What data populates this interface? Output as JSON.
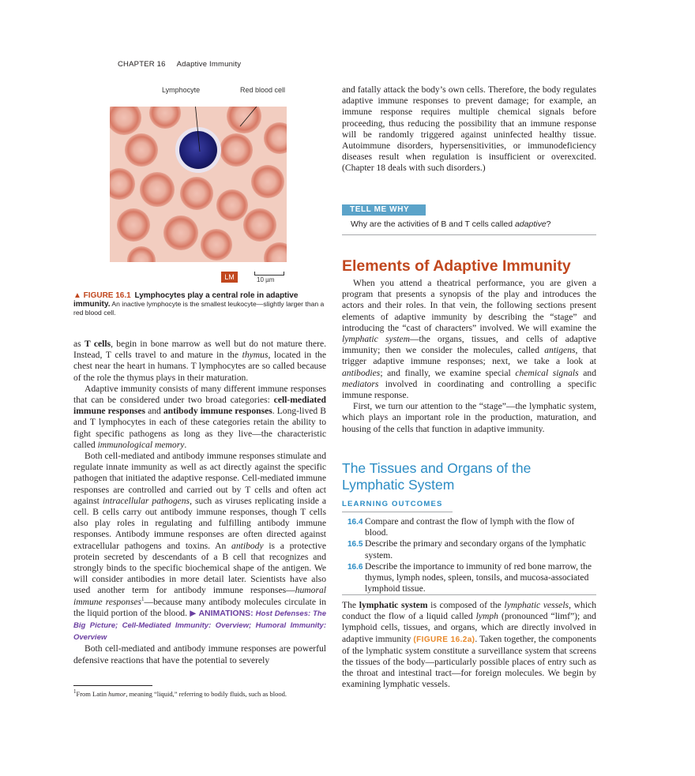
{
  "header": {
    "chapter": "CHAPTER 16",
    "title": "Adaptive Immunity"
  },
  "figure": {
    "label_lymphocyte": "Lymphocyte",
    "label_rbc": "Red blood cell",
    "lm": "LM",
    "scale": "10 µm",
    "caption_num": "▲ FIGURE 16.1",
    "caption_bold": "Lymphocytes play a central role in adaptive immunity.",
    "caption_text": "An inactive lymphocyte is the smallest leukocyte—slightly larger than a red blood cell."
  },
  "left": {
    "p1_a": "as ",
    "p1_b": "T cells",
    "p1_c": ", begin in bone marrow as well but do not mature there. Instead, T cells travel to and mature in the ",
    "p1_d": "thymus",
    "p1_e": ", located in the chest near the heart in humans. T lymphocytes are so called because of the role the thymus plays in their maturation.",
    "p2_a": "Adaptive immunity consists of many different immune responses that can be considered under two broad categories: ",
    "p2_b": "cell-mediated immune responses",
    "p2_c": " and ",
    "p2_d": "antibody immune responses",
    "p2_e": ". Long-lived B and T lymphocytes in each of these categories retain the ability to fight specific pathogens as long as they live—the characteristic called ",
    "p2_f": "immunological memory",
    "p2_g": ".",
    "p3_a": "Both cell-mediated and antibody immune responses stimulate and regulate innate immunity as well as act directly against the specific pathogen that initiated the adaptive response. Cell-mediated immune responses are controlled and carried out by T cells and often act against ",
    "p3_b": "intracellular pathogens",
    "p3_c": ", such as viruses replicating inside a cell. B cells carry out antibody immune responses, though T cells also play roles in regulating and fulfilling antibody immune responses. Antibody immune responses are often directed against extracellular pathogens and toxins. An ",
    "p3_d": "antibody",
    "p3_e": " is a protective protein secreted by descendants of a B cell that recognizes and strongly binds to the specific biochemical shape of the antigen. We will consider antibodies in more detail later. Scientists have also used another term for antibody immune responses—",
    "p3_f": "humoral immune responses",
    "p3_sup": "1",
    "p3_g": "—because many antibody molecules circulate in the liquid portion of the blood. ",
    "anim_lead": "▶ ANIMATIONS:",
    "anim_text": " Host Defenses: The Big Picture; Cell-Mediated Immunity: Overview; Humoral Immunity: Overview",
    "p4": "Both cell-mediated and antibody immune responses are powerful defensive reactions that have the potential to severely"
  },
  "footnote": {
    "sup": "1",
    "a": "From Latin ",
    "b": "humor",
    "c": ", meaning “liquid,” referring to bodily fluids, such as blood."
  },
  "right": {
    "p0": "and fatally attack the body’s own cells. Therefore, the body regulates adaptive immune responses to prevent damage; for example, an immune response requires multiple chemical signals before proceeding, thus reducing the possibility that an immune response will be randomly triggered against uninfected healthy tissue. Autoimmune disorders, hypersensitivities, or immunodeficiency diseases result when regulation is insufficient or overexcited. (Chapter 18 deals with such disorders.)",
    "tmw_label": "TELL ME WHY",
    "tmw_q_a": "Why are the activities of B and T cells called ",
    "tmw_q_b": "adaptive",
    "tmw_q_c": "?",
    "h1": "Elements of Adaptive Immunity",
    "p1_a": "When you attend a theatrical performance, you are given a program that presents a synopsis of the play and introduces the actors and their roles. In that vein, the following sections present elements of adaptive immunity by describing the “stage” and introducing the “cast of characters” involved. We will examine the ",
    "p1_b": "lymphatic system",
    "p1_c": "—the organs, tissues, and cells of adaptive immunity; then we consider the molecules, called ",
    "p1_d": "antigens",
    "p1_e": ", that trigger adaptive immune responses; next, we take a look at ",
    "p1_f": "antibodies",
    "p1_g": "; and finally, we examine special ",
    "p1_h": "chemical signals",
    "p1_i": " and ",
    "p1_j": "mediators",
    "p1_k": " involved in coordinating and controlling a specific immune response.",
    "p2": "First, we turn our attention to the “stage”—the lymphatic system, which plays an important role in the production, maturation, and housing of the cells that function in adaptive immunity.",
    "h2": "The Tissues and Organs of the Lymphatic System",
    "lo_head": "LEARNING OUTCOMES",
    "outcomes": [
      {
        "num": "16.4",
        "text": "Compare and contrast the flow of lymph with the flow of blood."
      },
      {
        "num": "16.5",
        "text": "Describe the primary and secondary organs of the lymphatic system."
      },
      {
        "num": "16.6",
        "text": "Describe the importance to immunity of red bone marrow, the thymus, lymph nodes, spleen, tonsils, and mucosa-associated lymphoid tissue."
      }
    ],
    "p3_a": "The ",
    "p3_b": "lymphatic system",
    "p3_c": " is composed of the ",
    "p3_d": "lymphatic vessels",
    "p3_e": ", which conduct the flow of a liquid called ",
    "p3_f": "lymph",
    "p3_g": " (pronounced “limf”); and lymphoid cells, tissues, and organs, which are directly involved in adaptive immunity ",
    "p3_ref": "(FIGURE 16.2a)",
    "p3_h": ". Taken together, the components of the lymphatic system constitute a surveillance system that screens the tissues of the body—particularly possible places of entry such as the throat and intestinal tract—for foreign molecules. We begin by examining lymphatic vessels."
  }
}
